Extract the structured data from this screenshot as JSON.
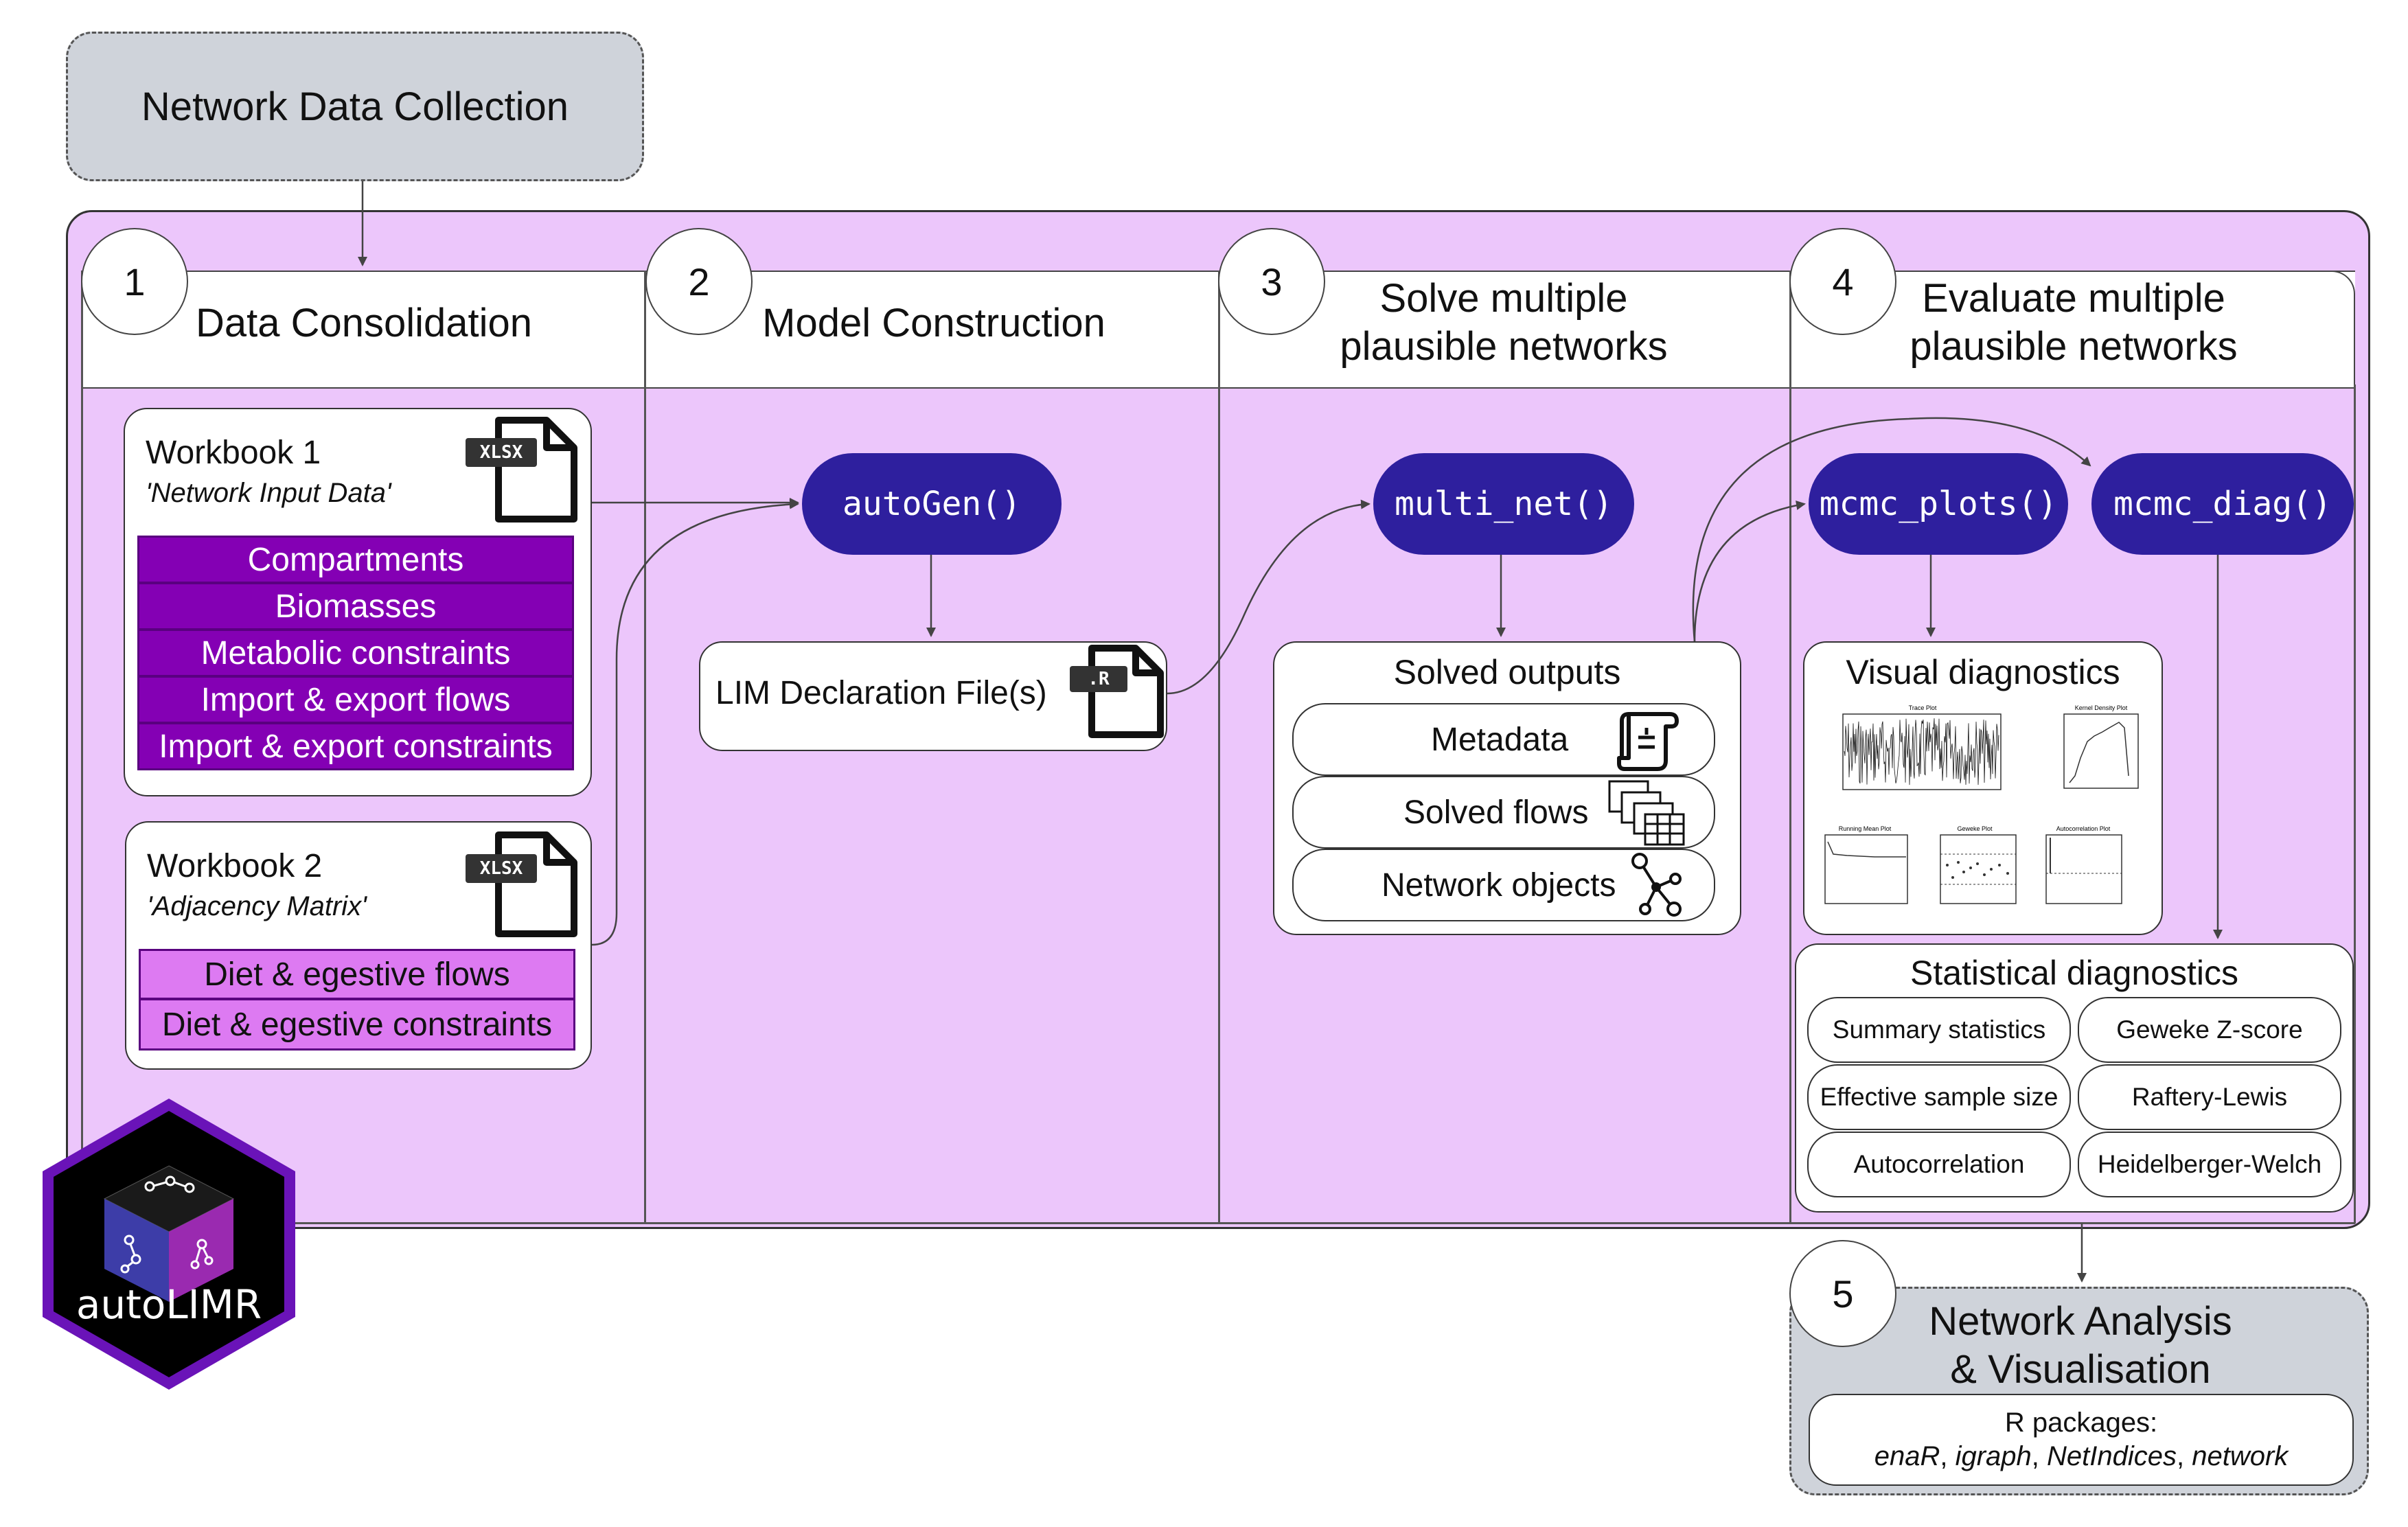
{
  "top_box": {
    "title": "Network Data Collection"
  },
  "steps": [
    {
      "number": "1",
      "title": "Data Consolidation"
    },
    {
      "number": "2",
      "title": "Model Construction"
    },
    {
      "number": "3",
      "title_line1": "Solve multiple",
      "title_line2": "plausible networks"
    },
    {
      "number": "4",
      "title_line1": "Evaluate multiple",
      "title_line2": "plausible networks"
    },
    {
      "number": "5",
      "title_line1": "Network Analysis",
      "title_line2": "& Visualisation"
    }
  ],
  "workbook1": {
    "title": "Workbook 1",
    "subtitle": "'Network Input Data'",
    "badge": "XLSX",
    "rows": [
      "Compartments",
      "Biomasses",
      "Metabolic constraints",
      "Import & export flows",
      "Import & export constraints"
    ]
  },
  "workbook2": {
    "title": "Workbook 2",
    "subtitle": "'Adjacency Matrix'",
    "badge": "XLSX",
    "rows": [
      "Diet & egestive flows",
      "Diet & egestive constraints"
    ]
  },
  "functions": {
    "autogen": "autoGen()",
    "multi_net": "multi_net()",
    "mcmc_plots": "mcmc_plots()",
    "mcmc_diag": "mcmc_diag()"
  },
  "lim_file": {
    "label": "LIM Declaration File(s)",
    "badge": ".R"
  },
  "solved_outputs": {
    "title": "Solved outputs",
    "items": [
      "Metadata",
      "Solved flows",
      "Network objects"
    ]
  },
  "visual_diagnostics": {
    "title": "Visual diagnostics",
    "plots": [
      "Trace Plot",
      "Kernel Density Plot",
      "Running Mean Plot",
      "Geweke Plot",
      "Autocorrelation Plot"
    ]
  },
  "statistical_diagnostics": {
    "title": "Statistical diagnostics",
    "items": [
      "Summary statistics",
      "Geweke Z-score",
      "Effective sample size",
      "Raftery-Lewis",
      "Autocorrelation",
      "Heidelberger-Welch"
    ]
  },
  "r_packages": {
    "label": "R packages:",
    "p1": "enaR",
    "p2": "igraph",
    "p3": "NetIndices",
    "p4": "network",
    "sep": ", "
  },
  "logo": {
    "text": "autoLIMR"
  },
  "colors": {
    "panel": "#ecc6fb",
    "pill": "#2e1f9e",
    "dark_purple_row": "#8400b4",
    "pink_row": "#dd7af2",
    "grey_box": "#cfd3da"
  }
}
